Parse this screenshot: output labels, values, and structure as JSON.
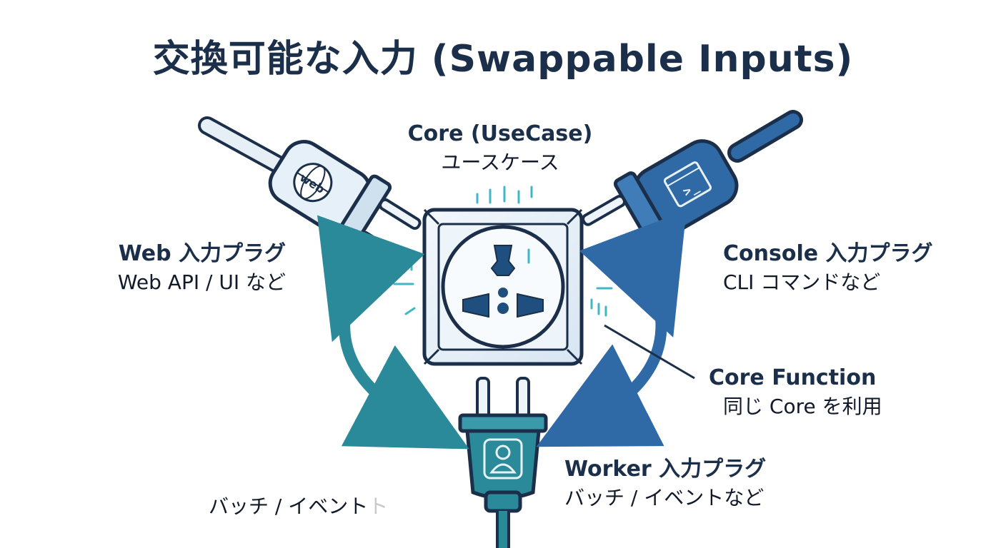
{
  "title": "交換可能な入力 (Swappable Inputs)",
  "core": {
    "heading": "Core (UseCase)",
    "sub": "ユースケース"
  },
  "web_plug": {
    "heading": "Web 入力プラグ",
    "sub": "Web API / UI など",
    "icon_label": "web"
  },
  "console_plug": {
    "heading": "Console 入力プラグ",
    "sub": "CLI コマンドなど",
    "icon_label": ">_"
  },
  "core_function": {
    "heading": "Core Function",
    "sub": "同じ Core を利用"
  },
  "worker_plug": {
    "heading": "Worker 入力プラグ",
    "sub": "バッチ / イベントなど"
  },
  "stray_text": {
    "main": "バッチ / イベント",
    "faded": "ト"
  },
  "colors": {
    "navy": "#1b2f4a",
    "teal": "#2b8a9a",
    "blue": "#2f6aa6",
    "light_blue": "#e6f0f8",
    "spark": "#3fb7c4"
  },
  "icons": [
    "globe-icon",
    "terminal-icon",
    "user-icon",
    "socket-icon",
    "arrow-icon"
  ]
}
